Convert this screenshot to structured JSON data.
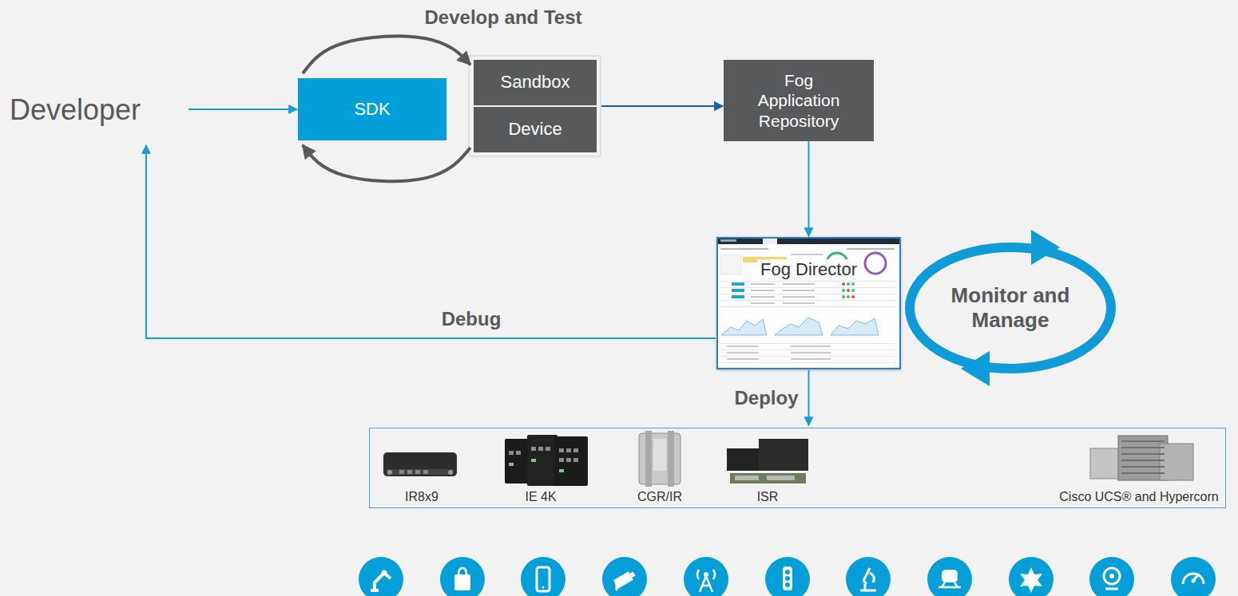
{
  "diagram": {
    "nodes": [
      {
        "text": [
          "Developer"
        ]
      },
      {
        "text": [
          "SDK"
        ]
      },
      {
        "text": [
          "Sandbox"
        ]
      },
      {
        "text": [
          "Device"
        ]
      },
      {
        "text": [
          "Fog Application Repository"
        ]
      },
      {
        "text": [
          "Fog Director"
        ]
      },
      {
        "text": [
          "Monitor and Manage"
        ]
      },
      {
        "text": [
          "IR8x9",
          "IE 4K",
          "CGR/IR",
          "ISR",
          "Cisco UCS® and Hypercorn"
        ]
      }
    ],
    "edges": [
      {
        "from": 0,
        "to": 1,
        "arrow": "to"
      },
      {
        "from": 1,
        "to": 2,
        "arrow": "to"
      },
      {
        "from": 3,
        "to": 1,
        "arrow": "to"
      },
      {
        "from": 2,
        "to": 4,
        "arrow": "to"
      },
      {
        "from": 3,
        "to": 4,
        "arrow": "to"
      },
      {
        "from": 4,
        "to": 5,
        "arrow": "to"
      },
      {
        "from": 5,
        "to": 0,
        "label": "Debug",
        "arrow": "to"
      },
      {
        "from": 5,
        "to": 7,
        "label": "Deploy",
        "arrow": "to"
      }
    ],
    "labels": [
      "Develop and Test"
    ]
  }
}
